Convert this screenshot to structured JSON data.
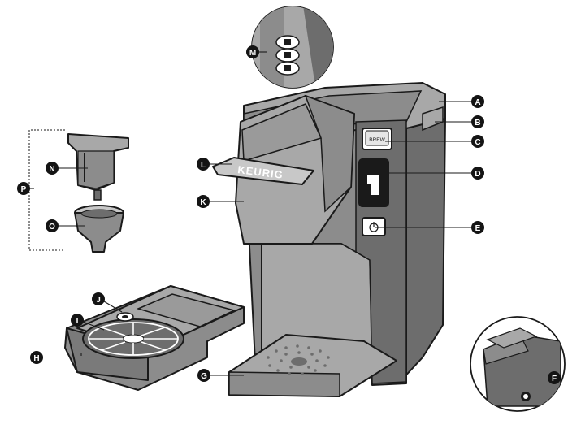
{
  "brand": {
    "logo_text": "KEURIG",
    "brew_button_label": "BREW"
  },
  "callouts": [
    {
      "id": "callout-a",
      "letter": "A"
    },
    {
      "id": "callout-b",
      "letter": "B"
    },
    {
      "id": "callout-c",
      "letter": "C"
    },
    {
      "id": "callout-d",
      "letter": "D"
    },
    {
      "id": "callout-e",
      "letter": "E"
    },
    {
      "id": "callout-f",
      "letter": "F"
    },
    {
      "id": "callout-g",
      "letter": "G"
    },
    {
      "id": "callout-h",
      "letter": "H"
    },
    {
      "id": "callout-i",
      "letter": "I"
    },
    {
      "id": "callout-j",
      "letter": "J"
    },
    {
      "id": "callout-k",
      "letter": "K"
    },
    {
      "id": "callout-l",
      "letter": "L"
    },
    {
      "id": "callout-m",
      "letter": "M"
    },
    {
      "id": "callout-n",
      "letter": "N"
    },
    {
      "id": "callout-o",
      "letter": "O"
    },
    {
      "id": "callout-p",
      "letter": "P"
    }
  ],
  "colors": {
    "machine_light": "#a8a8a8",
    "machine_mid": "#8c8c8c",
    "machine_dark": "#6d6d6d",
    "outline": "#1a1a1a",
    "callout_fill": "#141414"
  },
  "icons": {
    "power": "power-icon",
    "cup": "cup-icon"
  }
}
